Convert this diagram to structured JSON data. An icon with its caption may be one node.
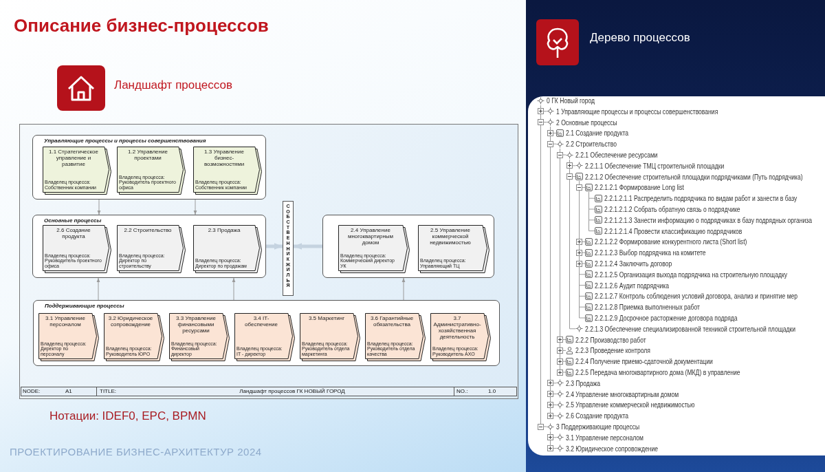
{
  "diagram": {
    "title": "Описание бизнес-процессов",
    "nodes": [
      {
        "text": [
          "Управляющие процессы и процессы совершенствования"
        ]
      },
      {
        "text": [
          "1.1 Стратегическое управление и развитие",
          "Владелец процесса: Собственник компании"
        ],
        "in": 0
      },
      {
        "text": [
          "1.2 Управление проектами",
          "Владелец процесса: Руководитель проектного офиса"
        ],
        "in": 0
      },
      {
        "text": [
          "1.3 Управление бизнес-возможностями",
          "Владелец процесса: Собственник компании"
        ],
        "in": 0
      },
      {
        "text": [
          "Основные процессы"
        ]
      },
      {
        "text": [
          "2.6 Создание продукта",
          "Владелец процесса: Руководитель проектного офиса"
        ],
        "in": 4
      },
      {
        "text": [
          "2.2 Строительство",
          "Владелец процесса: Директор по строительству"
        ],
        "in": 4
      },
      {
        "text": [
          "2.3 Продажа",
          "Владелец процесса: Директор по продажам"
        ],
        "in": 4
      },
      {
        "text": [
          "СОБСТВЕННИК ЖИЛЬЯ"
        ]
      },
      {
        "text": [],
        "shape": "box"
      },
      {
        "text": [
          "2.4 Управление многоквартирным домом",
          "Владелец процесса: Коммерческий директор УК"
        ],
        "in": 9
      },
      {
        "text": [
          "2.5 Управление коммерческой недвижимостью",
          "Владелец процесса: Управляющий ТЦ"
        ],
        "in": 9
      },
      {
        "text": [
          "Поддерживающие процессы"
        ]
      },
      {
        "text": [
          "3.1 Управление персоналом",
          "Владелец процесса: Директор по персоналу"
        ],
        "in": 12
      },
      {
        "text": [
          "3.2 Юридическое сопровождение",
          "Владелец процесса: Руководитель ЮРО"
        ],
        "in": 12
      },
      {
        "text": [
          "3.3 Управление финансовыми ресурсами",
          "Владелец процесса: Финансовый директор"
        ],
        "in": 12
      },
      {
        "text": [
          "3.4 IT- обеспечение",
          "Владелец процесса: IT - директор"
        ],
        "in": 12
      },
      {
        "text": [
          "3.5 Маркетинг",
          "Владелец процесса: Руководитель отдела маркетинга"
        ],
        "in": 12
      },
      {
        "text": [
          "3.6 Гарантийные обязательства",
          "Владелец процесса: Руководитель отдела качества"
        ],
        "in": 12
      },
      {
        "text": [
          "3.7 Административно-хозяйственная деятельность",
          "Владелец процесса: Руководитель АХО"
        ],
        "in": 12
      },
      {
        "text": [
          "0 ГК Новый город"
        ]
      },
      {
        "text": [
          "1 Управляющие процессы и процессы совершенствования"
        ]
      },
      {
        "text": [
          "2 Основные процессы"
        ]
      },
      {
        "text": [
          "2.1 Создание продукта"
        ]
      },
      {
        "text": [
          "2.2 Строительство"
        ]
      },
      {
        "text": [
          "2.2.1 Обеспечение ресурсами"
        ]
      },
      {
        "text": [
          "2.2.1.1 Обеспечение ТМЦ строительной площадки"
        ]
      },
      {
        "text": [
          "2.2.1.2 Обеспечение строительной площадки подрядчиками (Путь подрядчика)"
        ]
      },
      {
        "text": [
          "2.2.1.2.1 Формирование Long list"
        ]
      },
      {
        "text": [
          "2.2.1.2.1.1 Распределить подрядчика по видам работ и занести в базу"
        ]
      },
      {
        "text": [
          "2.2.1.2.1.2 Собрать обратную связь о подрядчике"
        ]
      },
      {
        "text": [
          "2.2.1.2.1.3 Занести информацию о подрядчиках в базу подрядных организа"
        ]
      },
      {
        "text": [
          "2.2.1.2.1.4 Провести классификацию подрядчиков"
        ]
      },
      {
        "text": [
          "2.2.1.2.2 Формирование конкурентного листа (Short list)"
        ]
      },
      {
        "text": [
          "2.2.1.2.3 Выбор подрядчика на комитете"
        ]
      },
      {
        "text": [
          "2.2.1.2.4 Заключить договор"
        ]
      },
      {
        "text": [
          "2.2.1.2.5 Организация выхода подрядчика на строительную площадку"
        ]
      },
      {
        "text": [
          "2.2.1.2.6 Аудит подрядчика"
        ]
      },
      {
        "text": [
          "2.2.1.2.7 Контроль соблюдения условий договора, анализ и принятие мер"
        ]
      },
      {
        "text": [
          "2.2.1.2.8 Приемка выполненных работ"
        ]
      },
      {
        "text": [
          "2.2.1.2.9 Досрочное расторжение договора подряда"
        ]
      },
      {
        "text": [
          "2.2.1.3 Обеспечение специализированной техникой строительной площадки"
        ]
      },
      {
        "text": [
          "2.2.2 Производство работ"
        ]
      },
      {
        "text": [
          "2.2.3 Проведение контроля"
        ]
      },
      {
        "text": [
          "2.2.4 Получение приемо-сдаточной документации"
        ]
      },
      {
        "text": [
          "2.2.5 Передача многоквартирного дома (МКД) в управление"
        ]
      },
      {
        "text": [
          "2.3 Продажа"
        ]
      },
      {
        "text": [
          "2.4 Управление многоквартирным домом"
        ]
      },
      {
        "text": [
          "2.5 Управление коммерческой недвижимостью"
        ]
      },
      {
        "text": [
          "2.6 Создание продукта"
        ]
      },
      {
        "text": [
          "3 Поддерживающие процессы"
        ]
      },
      {
        "text": [
          "3.1 Управление персоналом"
        ]
      },
      {
        "text": [
          "3.2 Юридическое сопровождение"
        ]
      }
    ],
    "edges": [
      {
        "from": 0,
        "to": 4,
        "arrow": "to"
      },
      {
        "from": 0,
        "to": 4,
        "arrow": "to"
      },
      {
        "from": 12,
        "to": 4,
        "arrow": "to"
      },
      {
        "from": 12,
        "to": 4,
        "arrow": "to"
      },
      {
        "from": 12,
        "to": 9,
        "arrow": "to"
      },
      {
        "from": 4,
        "to": 8,
        "arrow": "to",
        "style": "thick",
        "color": "#c5d3e0"
      },
      {
        "from": 9,
        "to": 8,
        "arrow": "to",
        "style": "thick",
        "color": "#c5d3e0"
      },
      {
        "from": 20,
        "to": 21,
        "arrow": "none"
      },
      {
        "from": 20,
        "to": 22,
        "arrow": "none"
      },
      {
        "from": 22,
        "to": 23,
        "arrow": "none"
      },
      {
        "from": 22,
        "to": 24,
        "arrow": "none"
      },
      {
        "from": 24,
        "to": 25,
        "arrow": "none"
      },
      {
        "from": 25,
        "to": 26,
        "arrow": "none"
      },
      {
        "from": 25,
        "to": 27,
        "arrow": "none"
      },
      {
        "from": 27,
        "to": 28,
        "arrow": "none"
      },
      {
        "from": 28,
        "to": 29,
        "arrow": "none"
      },
      {
        "from": 28,
        "to": 30,
        "arrow": "none"
      },
      {
        "from": 28,
        "to": 31,
        "arrow": "none"
      },
      {
        "from": 28,
        "to": 32,
        "arrow": "none"
      },
      {
        "from": 27,
        "to": 33,
        "arrow": "none"
      },
      {
        "from": 27,
        "to": 34,
        "arrow": "none"
      },
      {
        "from": 27,
        "to": 35,
        "arrow": "none"
      },
      {
        "from": 27,
        "to": 36,
        "arrow": "none"
      },
      {
        "from": 27,
        "to": 37,
        "arrow": "none"
      },
      {
        "from": 27,
        "to": 38,
        "arrow": "none"
      },
      {
        "from": 27,
        "to": 39,
        "arrow": "none"
      },
      {
        "from": 27,
        "to": 40,
        "arrow": "none"
      },
      {
        "from": 25,
        "to": 41,
        "arrow": "none"
      },
      {
        "from": 24,
        "to": 42,
        "arrow": "none"
      },
      {
        "from": 24,
        "to": 43,
        "arrow": "none"
      },
      {
        "from": 24,
        "to": 44,
        "arrow": "none"
      },
      {
        "from": 24,
        "to": 45,
        "arrow": "none"
      },
      {
        "from": 22,
        "to": 46,
        "arrow": "none"
      },
      {
        "from": 22,
        "to": 47,
        "arrow": "none"
      },
      {
        "from": 22,
        "to": 48,
        "arrow": "none"
      },
      {
        "from": 22,
        "to": 49,
        "arrow": "none"
      },
      {
        "from": 20,
        "to": 50,
        "arrow": "none"
      },
      {
        "from": 50,
        "to": 51,
        "arrow": "none"
      },
      {
        "from": 50,
        "to": 52,
        "arrow": "none"
      }
    ],
    "labels": [
      "Дерево процессов",
      "Ландшафт процессов",
      "NODE:",
      "A1",
      "TITLE:",
      "Ландшафт процессов ГК НОВЫЙ ГОРОД",
      "NO.:",
      "1.0",
      "Нотации: IDEF0, EPC, BPMN",
      "ПРОЕКТИРОВАНИЕ БИЗНЕС-АРХИТЕКТУР 2024"
    ]
  }
}
